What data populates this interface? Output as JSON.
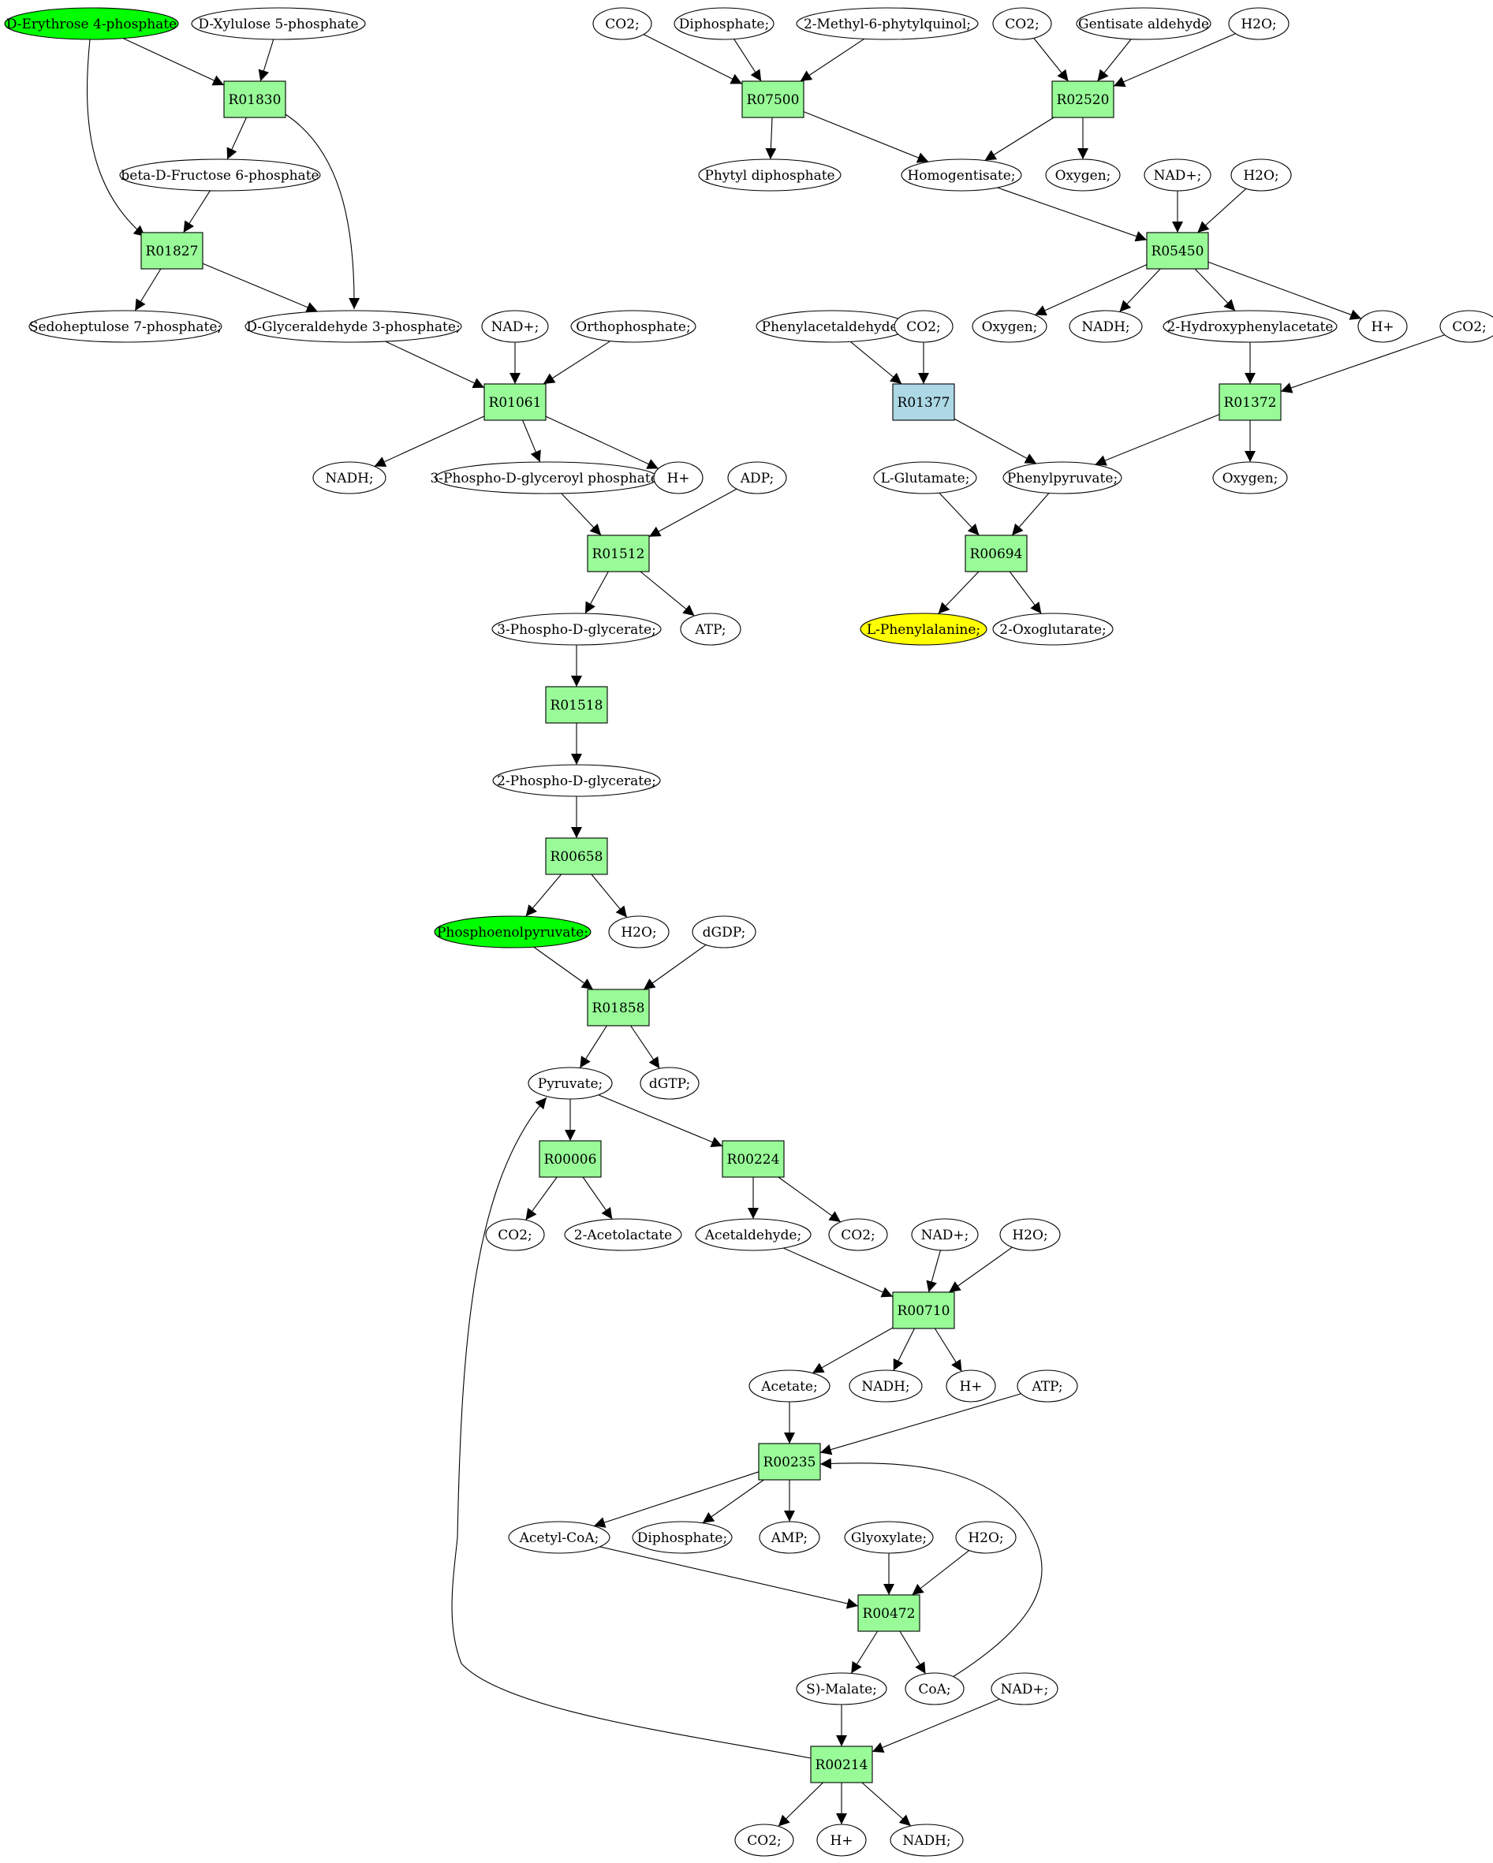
{
  "colors": {
    "reaction": "#98fb98",
    "reaction_alt": "#add8e6",
    "source_metabolite": "#00ff00",
    "target_metabolite": "#ffff00",
    "metabolite": "#ffffff",
    "stroke": "#000000"
  },
  "reactions": [
    {
      "id": "r01830",
      "label": "R01830"
    },
    {
      "id": "r01827",
      "label": "R01827"
    },
    {
      "id": "r07500",
      "label": "R07500"
    },
    {
      "id": "r02520",
      "label": "R02520"
    },
    {
      "id": "r05450",
      "label": "R05450"
    },
    {
      "id": "r01061",
      "label": "R01061"
    },
    {
      "id": "r01377",
      "label": "R01377",
      "style": "alt"
    },
    {
      "id": "r01372",
      "label": "R01372"
    },
    {
      "id": "r01512",
      "label": "R01512"
    },
    {
      "id": "r00694",
      "label": "R00694"
    },
    {
      "id": "r01518",
      "label": "R01518"
    },
    {
      "id": "r00658",
      "label": "R00658"
    },
    {
      "id": "r01858",
      "label": "R01858"
    },
    {
      "id": "r00006",
      "label": "R00006"
    },
    {
      "id": "r00224",
      "label": "R00224"
    },
    {
      "id": "r00710",
      "label": "R00710"
    },
    {
      "id": "r00235",
      "label": "R00235"
    },
    {
      "id": "r00472",
      "label": "R00472"
    },
    {
      "id": "r00214",
      "label": "R00214"
    }
  ],
  "metabolites": [
    {
      "id": "m_e4p",
      "label": "D-Erythrose 4-phosphate",
      "style": "source"
    },
    {
      "id": "m_x5p",
      "label": "D-Xylulose 5-phosphate"
    },
    {
      "id": "m_f6p",
      "label": "beta-D-Fructose 6-phosphate"
    },
    {
      "id": "m_s7p",
      "label": "Sedoheptulose 7-phosphate;"
    },
    {
      "id": "m_g3p",
      "label": "D-Glyceraldehyde 3-phosphate;"
    },
    {
      "id": "m_co2_a",
      "label": "CO2;"
    },
    {
      "id": "m_pp_a",
      "label": "Diphosphate;"
    },
    {
      "id": "m_mpq",
      "label": "2-Methyl-6-phytylquinol;"
    },
    {
      "id": "m_co2_b",
      "label": "CO2;"
    },
    {
      "id": "m_gald",
      "label": "Gentisate aldehyde"
    },
    {
      "id": "m_h2o_a",
      "label": "H2O;"
    },
    {
      "id": "m_phytpp",
      "label": "Phytyl diphosphate"
    },
    {
      "id": "m_hgen",
      "label": "Homogentisate;"
    },
    {
      "id": "m_o2_a",
      "label": "Oxygen;"
    },
    {
      "id": "m_nad_a",
      "label": "NAD+;"
    },
    {
      "id": "m_h2o_b",
      "label": "H2O;"
    },
    {
      "id": "m_o2_b",
      "label": "Oxygen;"
    },
    {
      "id": "m_nadh_a",
      "label": "NADH;"
    },
    {
      "id": "m_hpa",
      "label": "2-Hydroxyphenylacetate"
    },
    {
      "id": "m_h_a",
      "label": "H+"
    },
    {
      "id": "m_co2_c",
      "label": "CO2;"
    },
    {
      "id": "m_nad_b",
      "label": "NAD+;"
    },
    {
      "id": "m_pi",
      "label": "Orthophosphate;"
    },
    {
      "id": "m_phald",
      "label": "Phenylacetaldehyde;"
    },
    {
      "id": "m_co2_d",
      "label": "CO2;"
    },
    {
      "id": "m_nadh_b",
      "label": "NADH;"
    },
    {
      "id": "m_13bpg",
      "label": "3-Phospho-D-glyceroyl phosphate;"
    },
    {
      "id": "m_h_b",
      "label": "H+"
    },
    {
      "id": "m_adp",
      "label": "ADP;"
    },
    {
      "id": "m_glu",
      "label": "L-Glutamate;"
    },
    {
      "id": "m_phpyr",
      "label": "Phenylpyruvate;"
    },
    {
      "id": "m_o2_c",
      "label": "Oxygen;"
    },
    {
      "id": "m_3pg",
      "label": "3-Phospho-D-glycerate;"
    },
    {
      "id": "m_atp_a",
      "label": "ATP;"
    },
    {
      "id": "m_phe",
      "label": "L-Phenylalanine;",
      "style": "target"
    },
    {
      "id": "m_akg",
      "label": "2-Oxoglutarate;"
    },
    {
      "id": "m_2pg",
      "label": "2-Phospho-D-glycerate;"
    },
    {
      "id": "m_pep",
      "label": "Phosphoenolpyruvate;",
      "style": "source"
    },
    {
      "id": "m_h2o_c",
      "label": "H2O;"
    },
    {
      "id": "m_dgdp",
      "label": "dGDP;"
    },
    {
      "id": "m_pyr",
      "label": "Pyruvate;"
    },
    {
      "id": "m_dgtp",
      "label": "dGTP;"
    },
    {
      "id": "m_co2_e",
      "label": "CO2;"
    },
    {
      "id": "m_acl",
      "label": "2-Acetolactate"
    },
    {
      "id": "m_acald",
      "label": "Acetaldehyde;"
    },
    {
      "id": "m_co2_f",
      "label": "CO2;"
    },
    {
      "id": "m_nad_c",
      "label": "NAD+;"
    },
    {
      "id": "m_h2o_d",
      "label": "H2O;"
    },
    {
      "id": "m_ac",
      "label": "Acetate;"
    },
    {
      "id": "m_nadh_c",
      "label": "NADH;"
    },
    {
      "id": "m_h_c",
      "label": "H+"
    },
    {
      "id": "m_atp_b",
      "label": "ATP;"
    },
    {
      "id": "m_accoa",
      "label": "Acetyl-CoA;"
    },
    {
      "id": "m_pp_b",
      "label": "Diphosphate;"
    },
    {
      "id": "m_amp",
      "label": "AMP;"
    },
    {
      "id": "m_glx",
      "label": "Glyoxylate;"
    },
    {
      "id": "m_h2o_e",
      "label": "H2O;"
    },
    {
      "id": "m_mal",
      "label": "S)-Malate;"
    },
    {
      "id": "m_coa",
      "label": "CoA;"
    },
    {
      "id": "m_nad_d",
      "label": "NAD+;"
    },
    {
      "id": "m_co2_g",
      "label": "CO2;"
    },
    {
      "id": "m_h_d",
      "label": "H+"
    },
    {
      "id": "m_nadh_d",
      "label": "NADH;"
    }
  ]
}
